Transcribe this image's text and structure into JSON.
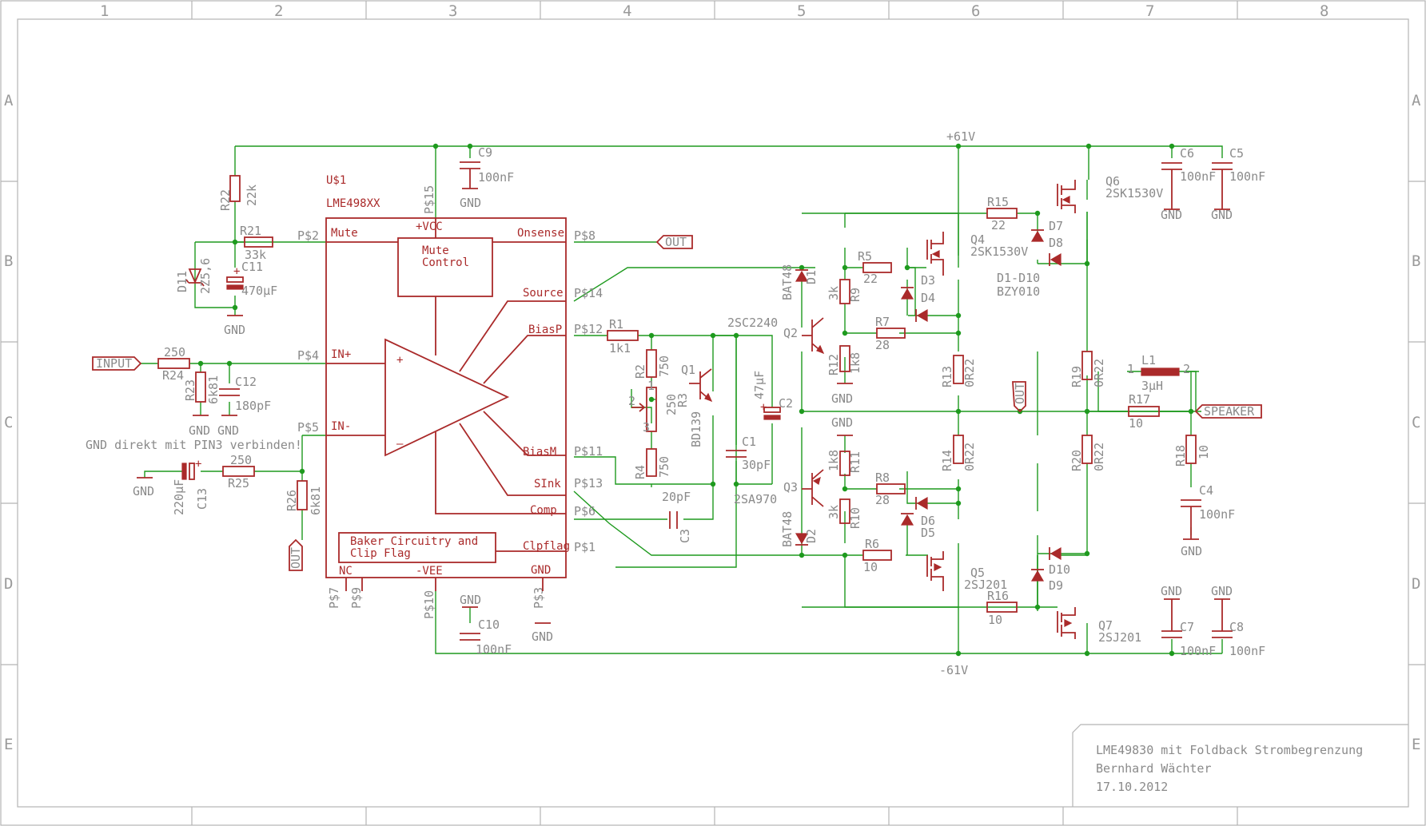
{
  "frame": {
    "columns": [
      "1",
      "2",
      "3",
      "4",
      "5",
      "6",
      "7",
      "8"
    ],
    "rows": [
      "A",
      "B",
      "C",
      "D",
      "E"
    ]
  },
  "title_block": {
    "title": "LME49830 mit Foldback Strombegrenzung",
    "author": "Bernhard Wächter",
    "date": "17.10.2012"
  },
  "ic": {
    "name": "U$1",
    "value": "LME498XX",
    "pins": {
      "mute": "Mute",
      "vcc": "+VCC",
      "onsense": "Onsense",
      "source": "Source",
      "biasp": "BiasP",
      "inp": "IN+",
      "inn": "IN-",
      "biasm": "BiasM",
      "sink": "SInk",
      "comp": "Comp",
      "clpflag": "Clpflag",
      "nc": "NC",
      "vee": "-VEE",
      "gnd": "GND"
    },
    "pinnums": {
      "p2": "P$2",
      "p15": "P$15",
      "p8": "P$8",
      "p14": "P$14",
      "p12": "P$12",
      "p4": "P$4",
      "p5": "P$5",
      "p11": "P$11",
      "p13": "P$13",
      "p6": "P$6",
      "p1": "P$1",
      "p7": "P$7",
      "p9": "P$9",
      "p10": "P$10",
      "p3": "P$3"
    },
    "mute_block": [
      "Mute",
      "Control"
    ],
    "baker_block": [
      "Baker  Circuitry and",
      "Clip Flag"
    ]
  },
  "ports": {
    "input": "INPUT",
    "out": "OUT",
    "speaker": "SPEAKER"
  },
  "rails": {
    "pos": "+61V",
    "neg": "-61V"
  },
  "gnd": "GND",
  "note": "GND direkt mit PIN3 verbinden!",
  "parts": {
    "r22": {
      "name": "R22",
      "value": "22k"
    },
    "r21": {
      "name": "R21",
      "value": "33k"
    },
    "d11": {
      "name": "D11",
      "value": "2Z5,6"
    },
    "c11": {
      "name": "C11",
      "value": "470µF"
    },
    "c9": {
      "name": "C9",
      "value": "100nF"
    },
    "r24": {
      "name": "R24",
      "value": "250"
    },
    "r23": {
      "name": "R23",
      "value": "6k81"
    },
    "c12": {
      "name": "C12",
      "value": "180pF"
    },
    "c13": {
      "name": "C13",
      "value": "220µF"
    },
    "r25": {
      "name": "R25",
      "value": "250"
    },
    "r26": {
      "name": "R26",
      "value": "6k81"
    },
    "c10": {
      "name": "C10",
      "value": "100nF"
    },
    "r1": {
      "name": "R1",
      "value": "1k1"
    },
    "r2": {
      "name": "R2",
      "value": "750"
    },
    "r3": {
      "name": "R3",
      "value": "250"
    },
    "r4": {
      "name": "R4",
      "value": "750"
    },
    "q1": {
      "name": "Q1",
      "value": "BD139"
    },
    "c1": {
      "name": "C1",
      "value": "30pF"
    },
    "c2": {
      "name": "C2",
      "value": "47µF"
    },
    "c3": {
      "name": "C3",
      "value": "20pF"
    },
    "q2": {
      "name": "Q2",
      "value": "2SC2240"
    },
    "q3": {
      "name": "Q3",
      "value": "2SA970"
    },
    "d1": {
      "name": "D1",
      "value": "BAT48"
    },
    "d2": {
      "name": "D2",
      "value": "BAT48"
    },
    "r9": {
      "name": "R9",
      "value": "3k"
    },
    "r12": {
      "name": "R12",
      "value": "1k8"
    },
    "r11": {
      "name": "R11",
      "value": "1k8"
    },
    "r10": {
      "name": "R10",
      "value": "3k"
    },
    "r5": {
      "name": "R5",
      "value": "22"
    },
    "r7": {
      "name": "R7",
      "value": "28"
    },
    "r8": {
      "name": "R8",
      "value": "28"
    },
    "r6": {
      "name": "R6",
      "value": "10"
    },
    "r15": {
      "name": "R15",
      "value": "22"
    },
    "r16": {
      "name": "R16",
      "value": "10"
    },
    "q4": {
      "name": "Q4",
      "value": "2SK1530V"
    },
    "q5": {
      "name": "Q5",
      "value": "2SJ201"
    },
    "q6": {
      "name": "Q6",
      "value": "2SK1530V"
    },
    "q7": {
      "name": "Q7",
      "value": "2SJ201"
    },
    "d3": "D3",
    "d4": "D4",
    "d5": "D5",
    "d6": "D6",
    "d7": "D7",
    "d8": "D8",
    "d9": "D9",
    "d10": "D10",
    "dnote": {
      "name": "D1-D10",
      "value": "BZY010"
    },
    "r13": {
      "name": "R13",
      "value": "0R22"
    },
    "r14": {
      "name": "R14",
      "value": "0R22"
    },
    "r19": {
      "name": "R19",
      "value": "0R22"
    },
    "r20": {
      "name": "R20",
      "value": "0R22"
    },
    "l1": {
      "name": "L1",
      "value": "3µH",
      "pin1": "1",
      "pin2": "2"
    },
    "r17": {
      "name": "R17",
      "value": "10"
    },
    "r18": {
      "name": "R18",
      "value": "10"
    },
    "c4": {
      "name": "C4",
      "value": "100nF"
    },
    "c5": {
      "name": "C5",
      "value": "100nF"
    },
    "c6": {
      "name": "C6",
      "value": "100nF"
    },
    "c7": {
      "name": "C7",
      "value": "100nF"
    },
    "c8": {
      "name": "C8",
      "value": "100nF"
    },
    "pot_pins": {
      "p1": "1",
      "p2": "2",
      "p3": "3"
    }
  },
  "colors": {
    "wire": "#1e9a1e",
    "symbol": "#aa2a2a",
    "frame": "#b4b4b4"
  }
}
